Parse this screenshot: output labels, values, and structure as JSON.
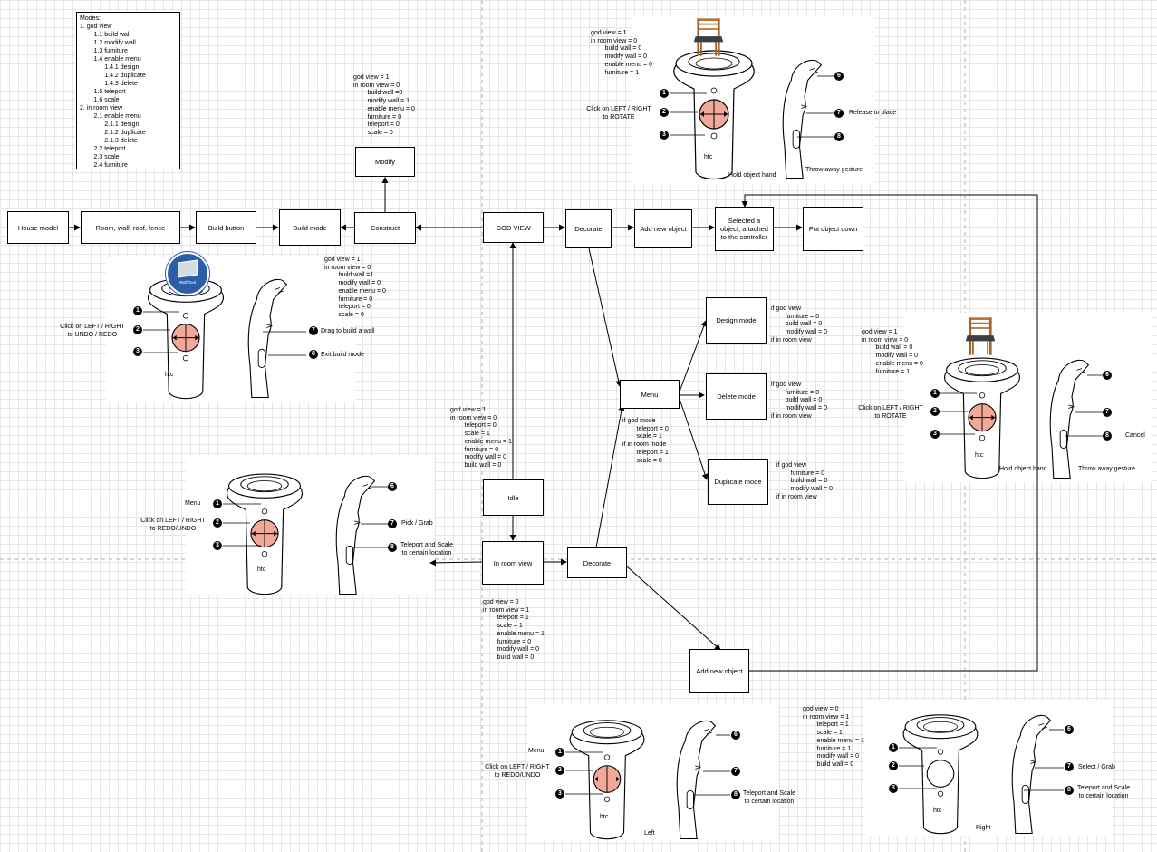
{
  "modes_legend": {
    "lines": [
      "Modes:",
      "1. god view",
      "        1.1 build wall",
      "        1.2 modify wall",
      "        1.3 furniture",
      "        1.4 enable menu",
      "              1.4.1 design",
      "              1.4.2 duplicate",
      "              1.4.3 delete",
      "        1.5 teleport",
      "        1.6 scale",
      "2. in room view",
      "        2.1 enable menu",
      "              2.1.1 design",
      "              2.1.2 duplicate",
      "              2.1.3 delete",
      "        2.2 teleport",
      "        2.3 scale",
      "        2.4 furniture"
    ]
  },
  "nodes": {
    "house_model": "House model",
    "room_wall": "Room, wall, roof, fence",
    "build_button": "Build button",
    "build_mode": "Build mode",
    "construct": "Construct",
    "modify": "Modify",
    "god_view": "GOD VIEW",
    "decorate_top": "Decorate",
    "add_new_object_top": "Add new object",
    "selected_object": "Selected a object, attached to the controller",
    "put_object_down": "Put object down",
    "menu": "Menu",
    "design_mode": "Design mode",
    "delete_mode": "Delete mode",
    "duplicate_mode": "Duplicate mode",
    "idle": "Idle",
    "in_room_view": "In room view",
    "decorate_bottom": "Decorate",
    "add_new_object_bottom": "Add new object"
  },
  "state_notes": {
    "modify": "god view = 1\nin room view = 0\n        build wall =0\n        modify wall = 1\n        enable menu = 0\n        furniture = 0\n        teleport = 0\n        scale = 0",
    "build": "god view = 1\nin room view = 0\n        build wall =1\n        modify wall = 0\n        enable menu = 0\n        furniture = 0\n        teleport = 0\n        scale = 0",
    "decorate_top": "god view = 1\nin room view = 0\n        build wall = 0\n        modify wall = 0\n        enable menu = 0\n        furniture = 1",
    "idle": "god view = 1\nin room view = 0\n        teleport = 0\n        scale = 1\n        enable menu = 1\n        furniture = 0\n        modify wall = 0\n        build wall = 0",
    "in_room": "god view = 0\nin room view = 1\n        teleport = 1\n        scale = 1\n        enable menu = 1\n        furniture = 0\n        modify wall = 0\n        build wall = 0",
    "menu": "if god mode\n        teleport = 0\n        scale = 1\nif in room mode\n        teleport = 1\n        scale = 0",
    "design": "if god view\n        furniture = 0\n        build wall = 0\n        modify wall = 0\nif in room view",
    "delete": "if god view\n        furniture = 0\n        build wall = 0\n        modify wall = 0\nif in room view",
    "duplicate": "if god view\n        furniture = 0\n        build wall = 0\n        modify wall = 0\nif in room view",
    "right_panel": "god view = 1\nin room view = 0\n        build wall = 0\n        modify wall = 0\n        enable menu = 0\n        furniture = 1",
    "bottom_right": "god view = 0\nin room view = 1\n        teleport = 1\n        scale = 1\n        enable menu = 1\n        furniture = 1\n        modify wall = 0\n        build wall = 0"
  },
  "controller_panels": {
    "build": {
      "click_text": "Click on LEFT / RIGHT\nto UNDO / REDO",
      "label_7": "Drag to build a wall",
      "label_8": "Exit build mode",
      "badge": "Wall Tool"
    },
    "decorate_top": {
      "click_text": "Click on LEFT / RIGHT\nto ROTATE",
      "label_7": "Release to place",
      "caption_left": "Hold object hand",
      "caption_right": "Throw away gesture"
    },
    "idle": {
      "menu_text": "Menu",
      "click_text": "Click on LEFT / RIGHT\nto REDO/UNDO",
      "label_7": "Pick / Grab",
      "label_8": "Teleport and Scale\nto certain location"
    },
    "right": {
      "click_text": "Click on LEFT / RIGHT\nto ROTATE",
      "label_8": "Cancel",
      "caption_left": "Hold object hand",
      "caption_right": "Throw away gesture"
    },
    "bottom_left": {
      "menu_text": "Menu",
      "click_text": "Click on LEFT / RIGHT\nto REDO/UNDO",
      "label_8": "Teleport and Scale\nto certain location",
      "caption": "Left"
    },
    "bottom_right": {
      "label_7": "Select / Grab",
      "label_8": "Teleport and Scale\nto certain location",
      "caption": "Right"
    }
  },
  "numbers": [
    "1",
    "2",
    "3",
    "6",
    "7",
    "8"
  ],
  "brand": "htc",
  "colors": {
    "touchpad": "#f2a99a",
    "badge": "#2a5ea8",
    "grid": "#e6e6e6",
    "chair_wood": "#b8763a",
    "chair_seat": "#3a3f47"
  }
}
